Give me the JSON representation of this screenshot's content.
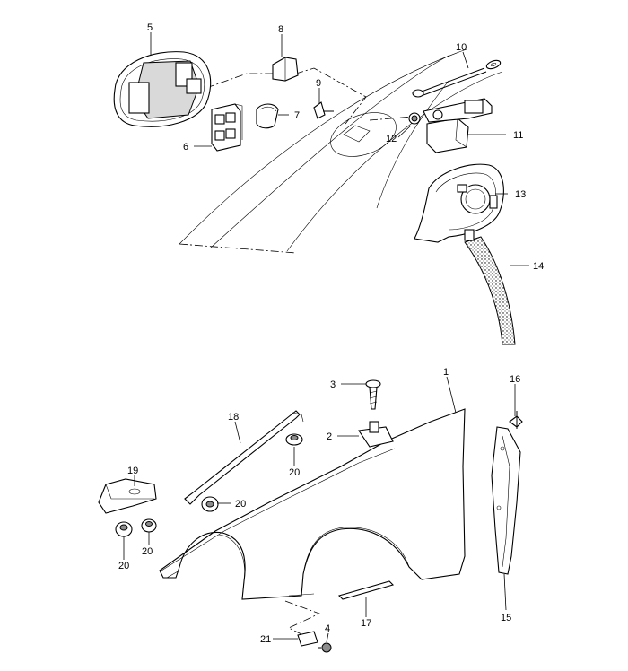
{
  "callouts": [
    "5",
    "8",
    "10",
    "9",
    "7",
    "6",
    "12",
    "11",
    "13",
    "14",
    "1",
    "3",
    "16",
    "18",
    "2",
    "19",
    "20",
    "20",
    "20",
    "20",
    "17",
    "15",
    "4",
    "21"
  ]
}
